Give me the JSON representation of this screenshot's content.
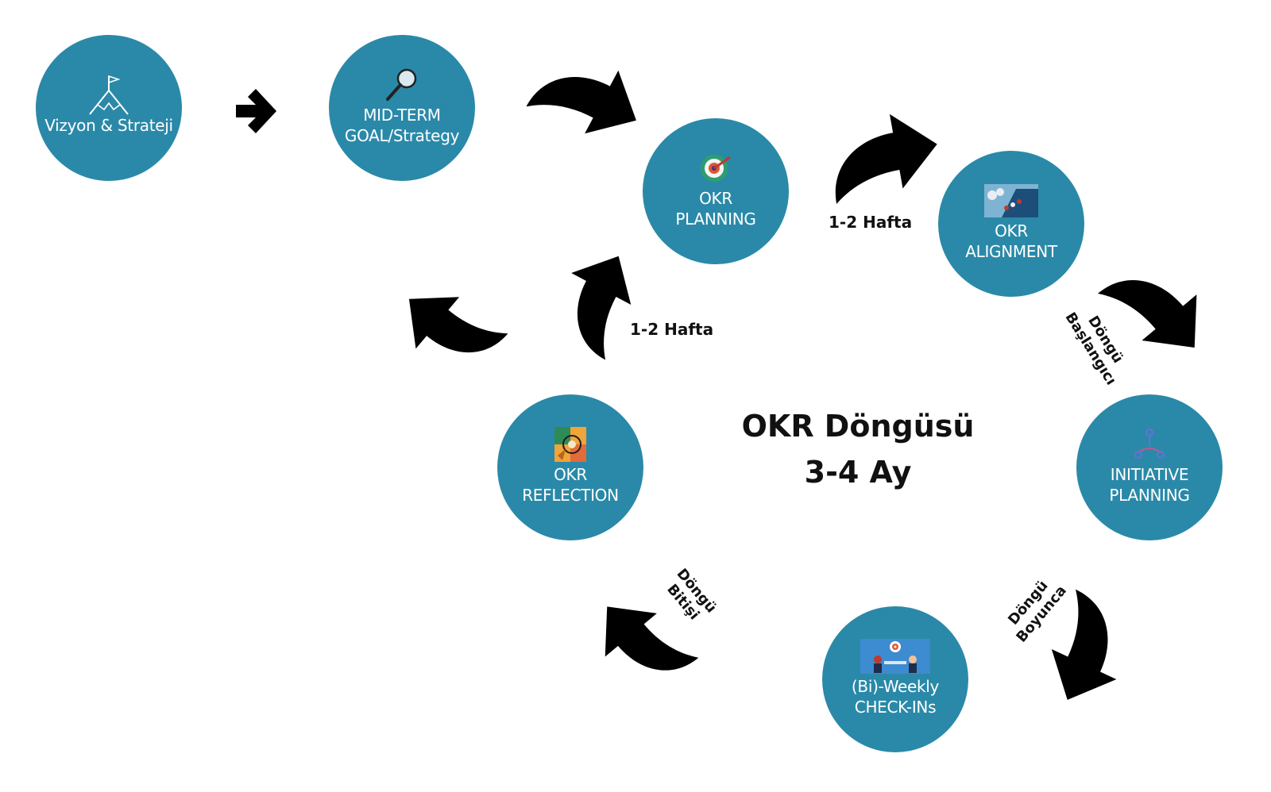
{
  "nodes": {
    "vizyon": {
      "line1": "Vizyon & Strateji"
    },
    "midterm": {
      "line1": "MID-TERM",
      "line2": "GOAL/Strategy"
    },
    "planning": {
      "line1": "OKR",
      "line2": "PLANNING"
    },
    "alignment": {
      "line1": "OKR",
      "line2": "ALIGNMENT"
    },
    "initiative": {
      "line1": "INITIATIVE",
      "line2": "PLANNING"
    },
    "checkins": {
      "line1": "(Bi)-Weekly",
      "line2": "CHECK-INs"
    },
    "reflection": {
      "line1": "OKR",
      "line2": "REFLECTION"
    }
  },
  "labels": {
    "hafta_top": "1-2 Hafta",
    "hafta_mid": "1-2 Hafta",
    "start": {
      "line1": "Döngü",
      "line2": "Başlangıcı"
    },
    "during": {
      "line1": "Döngü",
      "line2": "Boyunca"
    },
    "end": {
      "line1": "Döngü",
      "line2": "Bitişi"
    }
  },
  "title": {
    "line1": "OKR Döngüsü",
    "line2": "3-4 Ay"
  },
  "colors": {
    "circle": "#2a89a8",
    "arrow": "#000000",
    "text": "#111111"
  },
  "icons": {
    "vizyon": "mountain-flag-icon",
    "midterm": "magnifier-icon",
    "planning": "target-icon",
    "alignment": "team-race-icon",
    "initiative": "branch-nodes-icon",
    "checkins": "meeting-target-icon",
    "reflection": "abstract-art-icon"
  }
}
